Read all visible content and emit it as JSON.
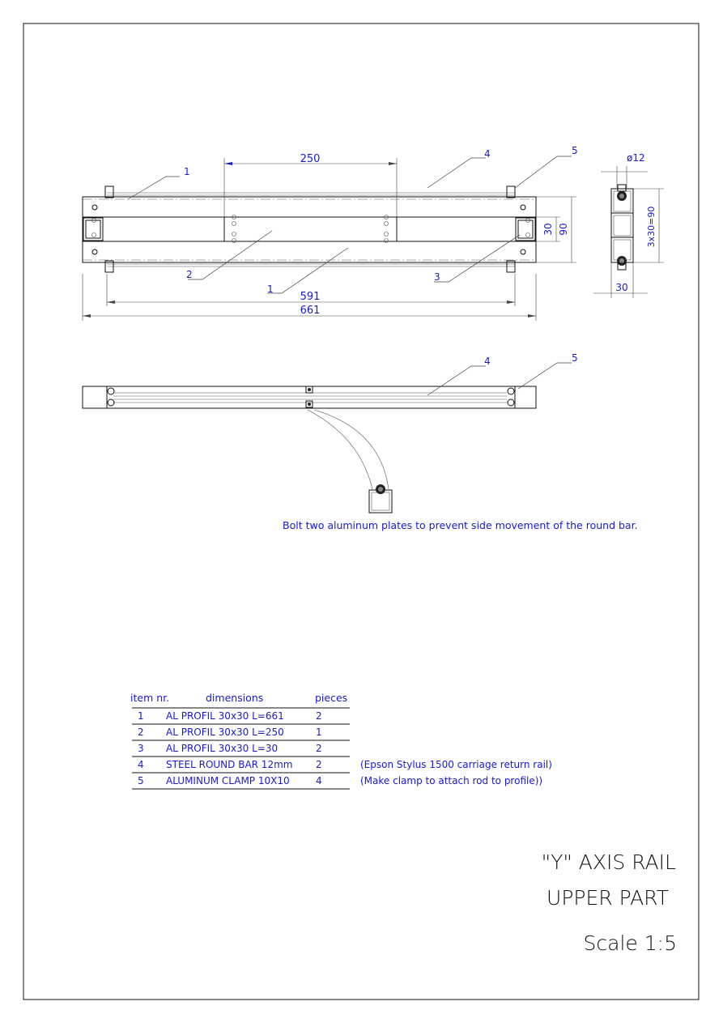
{
  "top_view": {
    "dim_250": "250",
    "dim_591": "591",
    "dim_661": "661",
    "dim_30": "30",
    "dim_90": "90",
    "callouts": [
      "1",
      "4",
      "5",
      "2",
      "1",
      "3"
    ]
  },
  "side_view": {
    "dim_diameter": "ø12",
    "dim_3x30": "3x30=90",
    "dim_30": "30"
  },
  "front_view": {
    "callouts": [
      "4",
      "5"
    ],
    "note": "Bolt two aluminum plates to prevent side movement of the round bar."
  },
  "parts_table": {
    "headers": [
      "item nr.",
      "dimensions",
      "pieces"
    ],
    "rows": [
      {
        "item": "1",
        "dimensions": "AL PROFIL 30x30 L=661",
        "pieces": "2",
        "note": ""
      },
      {
        "item": "2",
        "dimensions": "AL PROFIL 30x30 L=250",
        "pieces": "1",
        "note": ""
      },
      {
        "item": "3",
        "dimensions": "AL PROFIL 30x30 L=30",
        "pieces": "2",
        "note": ""
      },
      {
        "item": "4",
        "dimensions": "STEEL ROUND BAR 12mm",
        "pieces": "2",
        "note": "(Epson Stylus 1500 carriage return rail)"
      },
      {
        "item": "5",
        "dimensions": "ALUMINUM CLAMP 10X10",
        "pieces": "4",
        "note": "(Make clamp to attach rod to profile))"
      }
    ]
  },
  "title_block": {
    "line1": "\"Y\" AXIS RAIL",
    "line2": "UPPER PART",
    "scale": "Scale 1:5"
  }
}
